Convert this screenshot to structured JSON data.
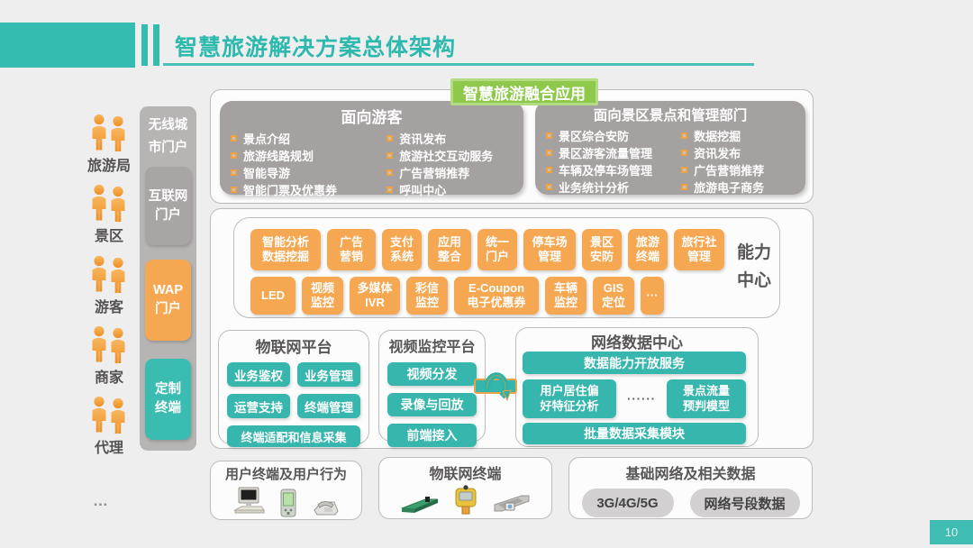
{
  "header": {
    "title": "智慧旅游解决方案总体架构"
  },
  "actors": {
    "items": [
      "旅游局",
      "景区",
      "游客",
      "商家",
      "代理"
    ],
    "more": "…"
  },
  "portal": {
    "header": "无线城\n市门户",
    "internet": "互联网门户",
    "wap": "WAP\n门户",
    "custom": "定制\n终端"
  },
  "apps": {
    "tag": "智慧旅游融合应用",
    "tourist": {
      "title": "面向游客",
      "left": [
        "景点介绍",
        "旅游线路规划",
        "智能导游",
        "智能门票及优惠券"
      ],
      "right": [
        "资讯发布",
        "旅游社交互动服务",
        "广告营销推荐",
        "呼叫中心"
      ]
    },
    "admin": {
      "title": "面向景区景点和管理部门",
      "left": [
        "景区综合安防",
        "景区游客流量管理",
        "车辆及停车场管理",
        "业务统计分析"
      ],
      "right": [
        "数据挖掘",
        "资讯发布",
        "广告营销推荐",
        "旅游电子商务"
      ]
    }
  },
  "capability": {
    "label": "能力\n中心",
    "row1": [
      "智能分析\n数据挖掘",
      "广告\n营销",
      "支付\n系统",
      "应用\n整合",
      "统一\n门户",
      "停车场\n管理",
      "景区\n安防",
      "旅游\n终端",
      "旅行社\n管理"
    ],
    "row2": [
      "LED",
      "视频\n监控",
      "多媒体\nIVR",
      "彩信\n监控",
      "E-Coupon\n电子优惠券",
      "车辆\n监控",
      "GIS\n定位",
      "···"
    ]
  },
  "platforms": {
    "iot": {
      "title": "物联网平台",
      "boxes": [
        "业务鉴权",
        "业务管理",
        "运营支持",
        "终端管理",
        "终端适配和信息采集"
      ]
    },
    "video": {
      "title": "视频监控平台",
      "boxes": [
        "视频分发",
        "录像与回放",
        "前端接入"
      ]
    },
    "datacenter": {
      "title": "网络数据中心",
      "top": "数据能力开放服务",
      "left": "用户居住偏\n好特征分析",
      "dots": "······",
      "right": "景点流量\n预判模型",
      "bottom": "批量数据采集模块"
    }
  },
  "bottom": {
    "user_terminal": {
      "title": "用户终端及用户行为"
    },
    "iot_terminal": {
      "title": "物联网终端"
    },
    "network": {
      "title": "基础网络及相关数据",
      "pills": [
        "3G/4G/5G",
        "网络号段数据"
      ]
    }
  },
  "page": {
    "number": "10"
  },
  "colors": {
    "teal": "#35bcb1",
    "orange": "#f6a751",
    "gray_box": "#a5a1a0",
    "green_tag": "#8ec94b"
  }
}
